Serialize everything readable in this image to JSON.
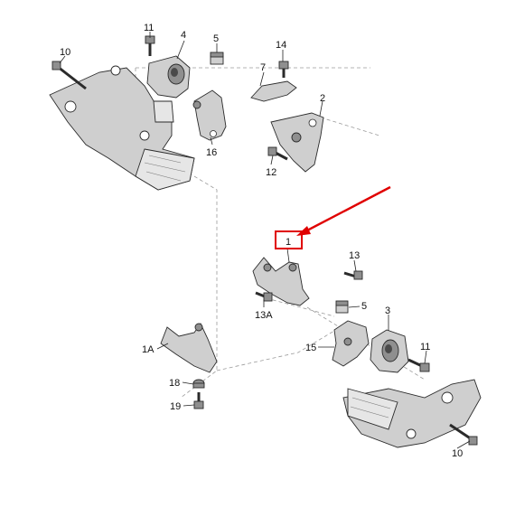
{
  "callouts": {
    "c1": "1",
    "c1a": "1A",
    "c2": "2",
    "c3": "3",
    "c4": "4",
    "c5_top": "5",
    "c5_bottom": "5",
    "c7": "7",
    "c10_top": "10",
    "c10_bottom": "10",
    "c11_top": "11",
    "c11_bottom": "11",
    "c12": "12",
    "c13": "13",
    "c13a": "13A",
    "c14": "14",
    "c15": "15",
    "c16": "16",
    "c18": "18",
    "c19": "19"
  },
  "colors": {
    "highlight": "#e00000",
    "line": "#222222",
    "part_fill": "#cfcfcf"
  }
}
